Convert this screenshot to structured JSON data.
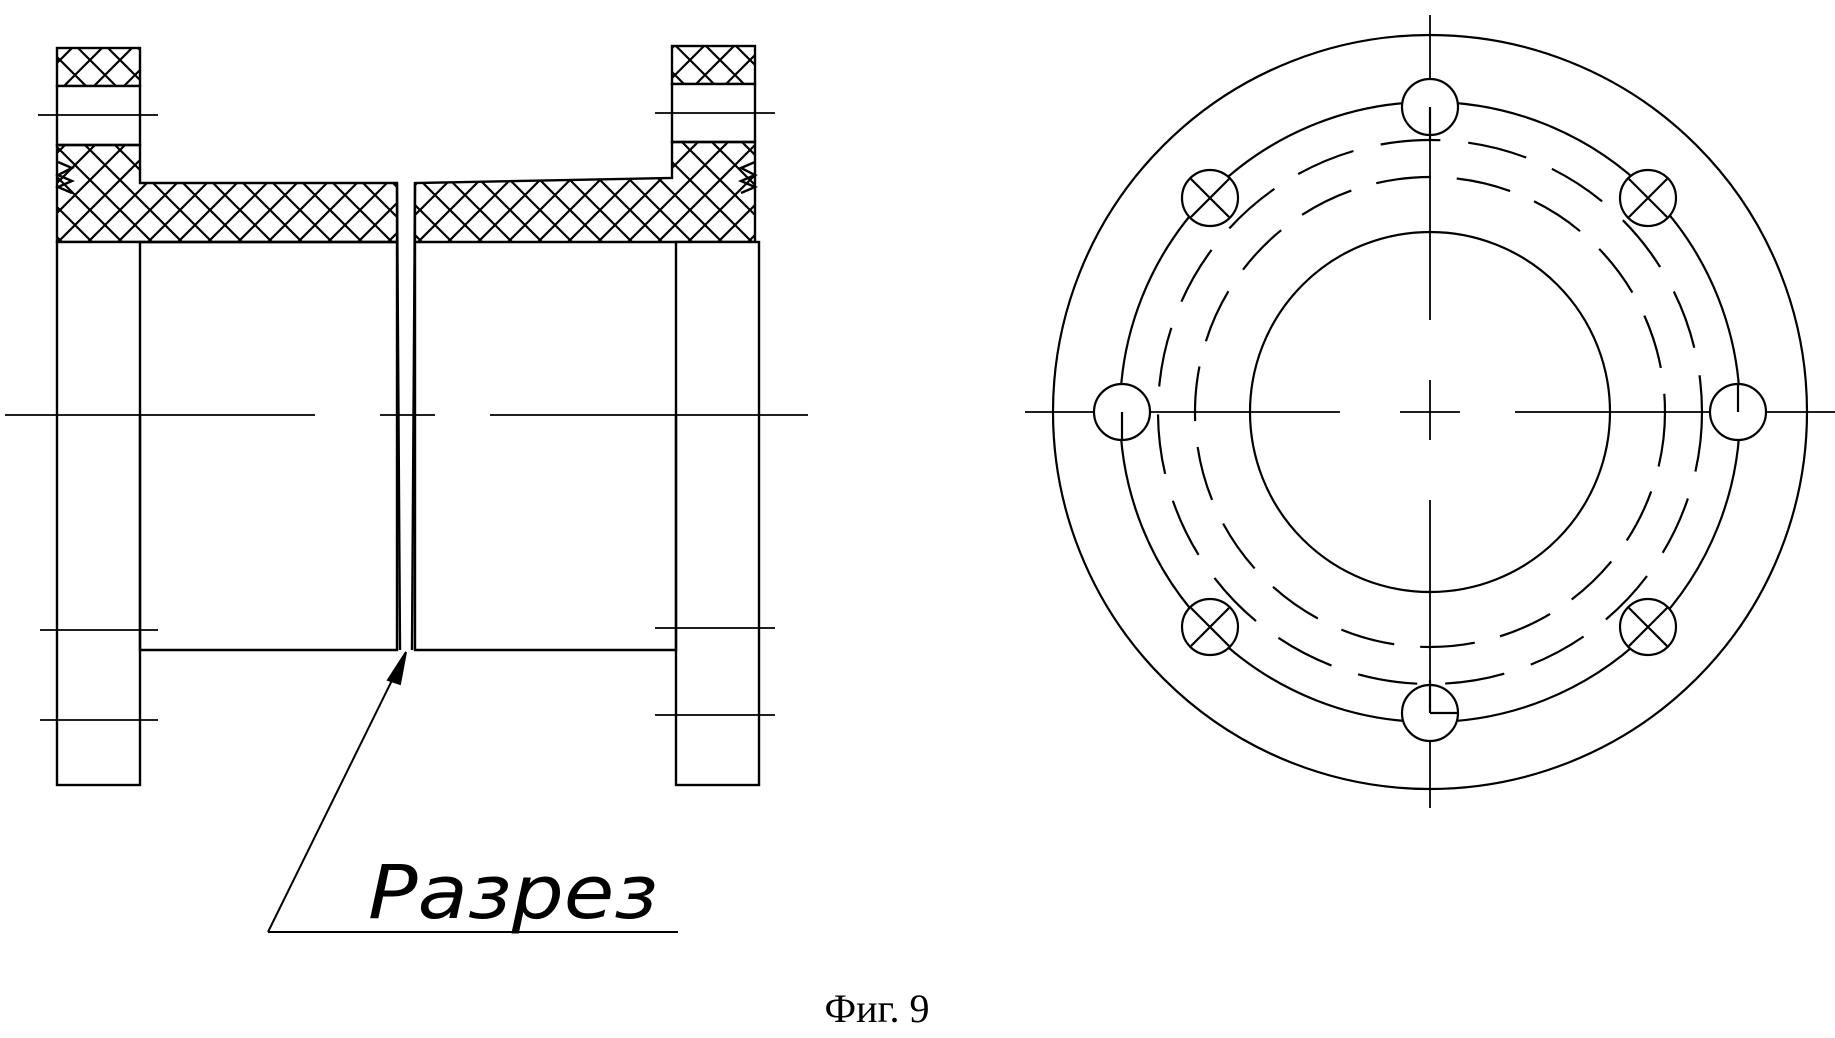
{
  "annotation": {
    "section_label": "Разрез"
  },
  "caption": {
    "figure_label": "Фиг. 9"
  },
  "colors": {
    "ink": "#000000",
    "paper": "#ffffff"
  },
  "flange_view": {
    "bolt_hole_count": 8
  }
}
